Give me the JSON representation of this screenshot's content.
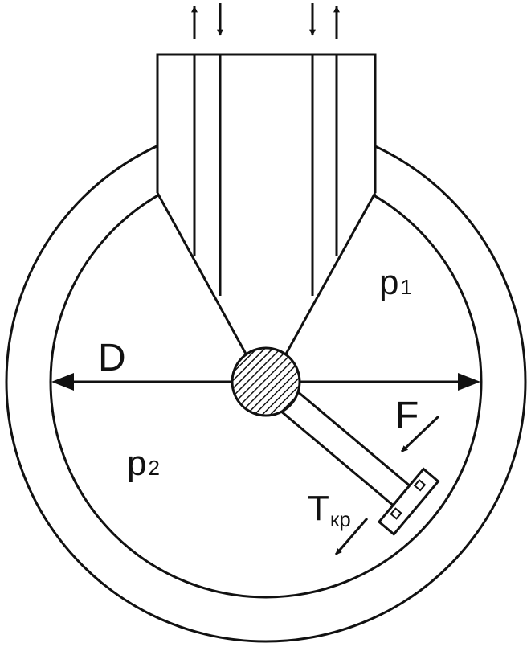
{
  "diagram": {
    "labels": {
      "diameter": "D",
      "pressure_1": "p",
      "pressure_1_sub": "1",
      "pressure_2": "p",
      "pressure_2_sub": "2",
      "force": "F",
      "torque": "T",
      "torque_sub": "кр"
    },
    "colors": {
      "stroke": "#111111",
      "background": "#ffffff"
    },
    "icons": [
      "arrow-up-icon",
      "arrow-down-icon",
      "arrow-down-icon",
      "arrow-up-icon"
    ]
  }
}
